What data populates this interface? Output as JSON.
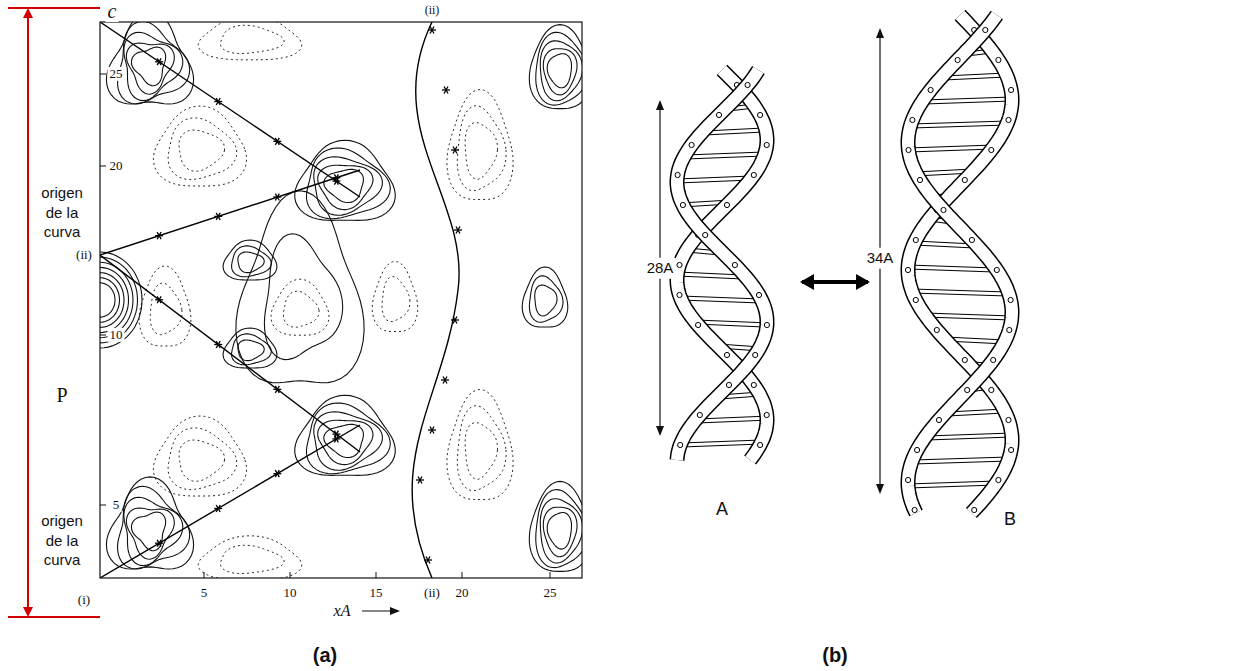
{
  "diagram": {
    "labels": [
      "(ii)",
      "c",
      "25",
      "20",
      "origen de la curva",
      "(ii)",
      "P",
      "10",
      "5",
      "origen de la curva",
      "(i)",
      "5",
      "10",
      "15",
      "(ii)",
      "20",
      "25",
      "xA",
      "(a)",
      "28A",
      "A",
      "34A",
      "B",
      "(b)"
    ]
  }
}
